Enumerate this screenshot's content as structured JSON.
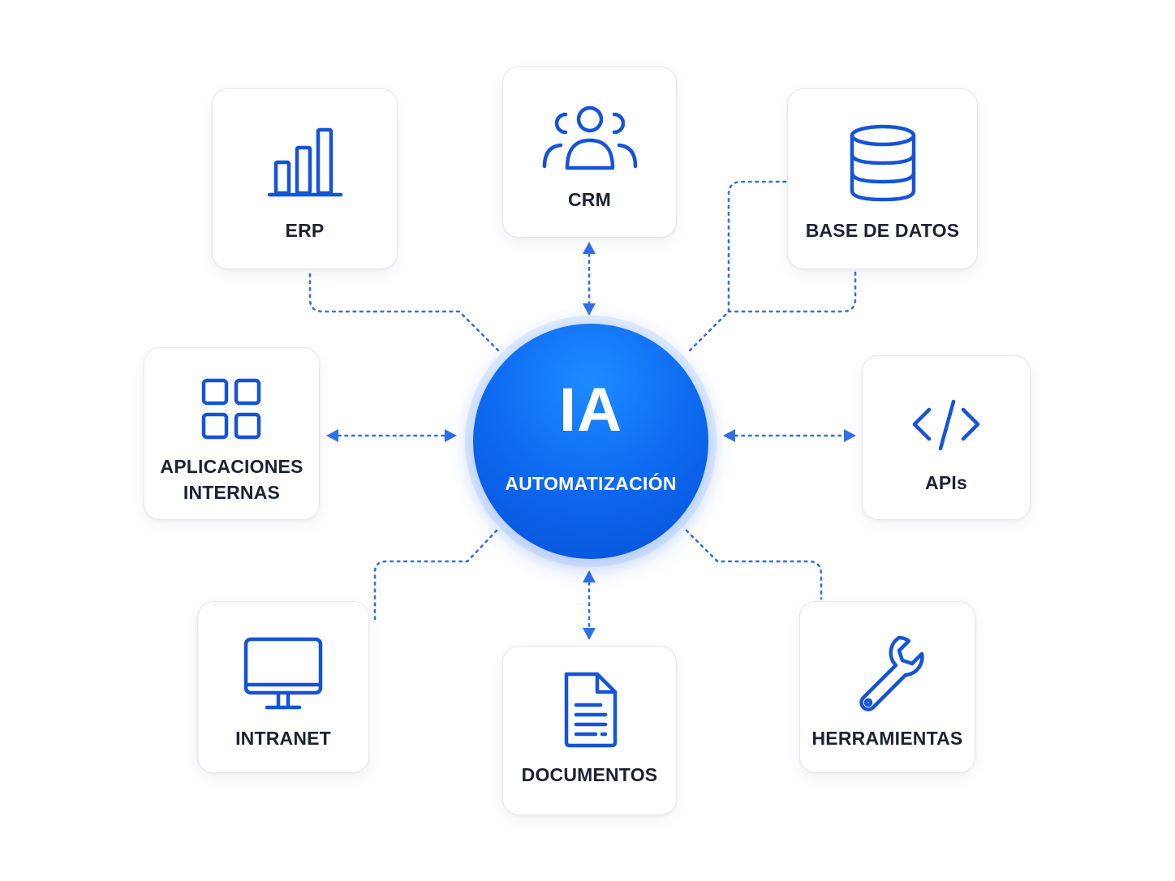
{
  "hub": {
    "title": "IA",
    "subtitle": "AUTOMATIZACIÓN"
  },
  "nodes": {
    "erp": {
      "label": "ERP",
      "icon": "bar-chart-icon"
    },
    "crm": {
      "label": "CRM",
      "icon": "users-group-icon"
    },
    "database": {
      "label": "BASE DE DATOS",
      "icon": "database-icon"
    },
    "internal_apps": {
      "label_line1": "APLICACIONES",
      "label_line2": "INTERNAS",
      "icon": "app-grid-icon"
    },
    "apis": {
      "label": "APIs",
      "icon": "code-brackets-icon"
    },
    "intranet": {
      "label": "INTRANET",
      "icon": "monitor-icon"
    },
    "documents": {
      "label": "DOCUMENTOS",
      "icon": "document-icon"
    },
    "tools": {
      "label": "HERRAMIENTAS",
      "icon": "wrench-icon"
    }
  },
  "colors": {
    "accent": "#1554d8",
    "connector": "#2f6fe8",
    "hub_top": "#1d8bff",
    "hub_bottom": "#0650d8",
    "label_text": "#1b2233",
    "card_border": "#e4e7ef"
  }
}
